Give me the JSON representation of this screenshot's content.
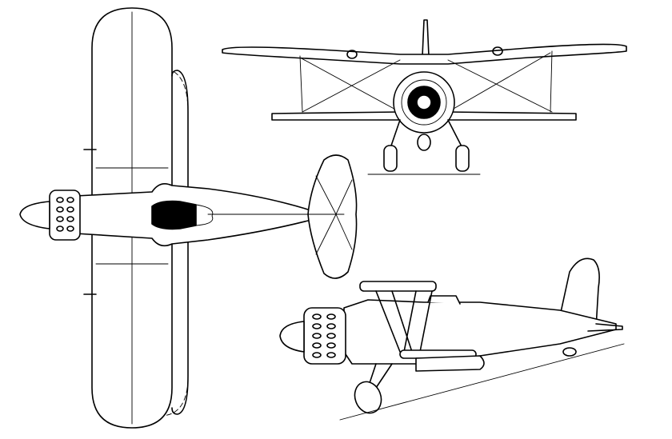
{
  "drawing": {
    "line_color": "#000000",
    "background": "#ffffff",
    "views": [
      "plan-view",
      "front-view",
      "side-view"
    ]
  }
}
